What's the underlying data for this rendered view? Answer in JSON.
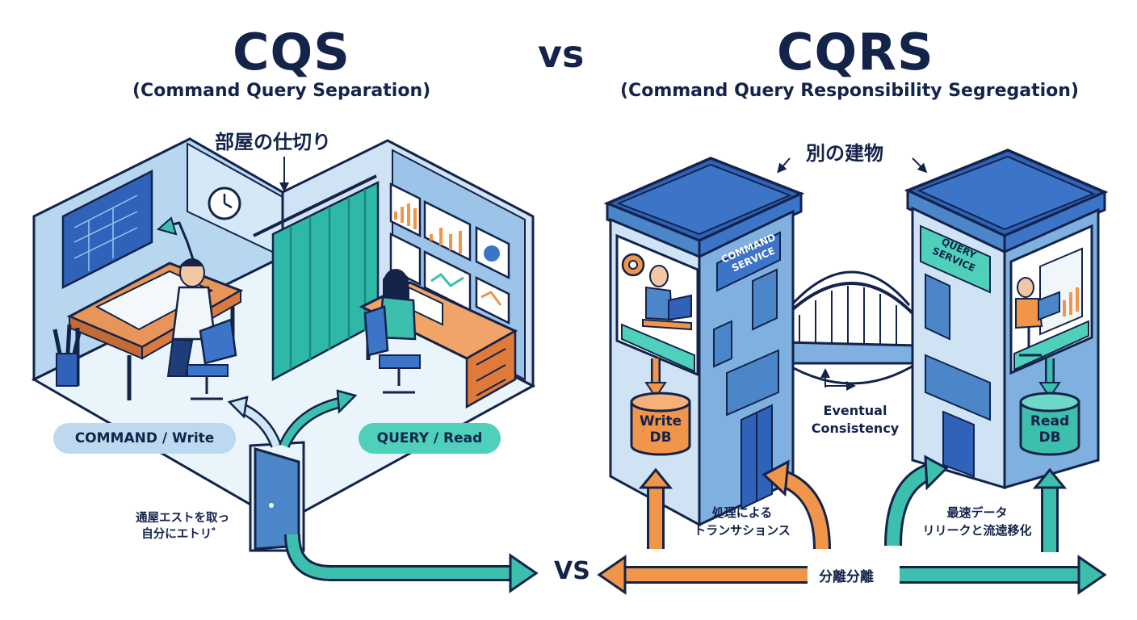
{
  "left": {
    "title": "CQS",
    "subtitle": "(Command Query Separation)",
    "partition_label": "部屋の仕切り",
    "command_pill": "COMMAND / Write",
    "query_pill": "QUERY / Read",
    "door_note_line1": "通屋エストを取っ",
    "door_note_line2": "自分にエトリ゛"
  },
  "top_vs": "vs",
  "right": {
    "title": "CQRS",
    "subtitle": "(Command Query Responsibility Segregation)",
    "buildings_label": "別の建物",
    "command_service_line1": "COMMAND",
    "command_service_line2": "SERVICE",
    "query_service_line1": "QUERY",
    "query_service_line2": "SERVICE",
    "write_db_line1": "Write",
    "write_db_line2": "DB",
    "read_db_line1": "Read",
    "read_db_line2": "DB",
    "eventual_line1": "Eventual",
    "eventual_line2": "Consistency",
    "transaction_line1": "処理による",
    "transaction_line2": "トランサションス",
    "fast_line1": "最速データ",
    "fast_line2": "リリークと流逵移化",
    "separation_label": "分離分離"
  },
  "bottom_vs": "VS",
  "colors": {
    "navy": "#13234a",
    "blue": "#4a86c8",
    "light_blue": "#cfe6f7",
    "teal": "#3dbfae",
    "orange": "#f0954a",
    "pill_command": "#bcd9ef",
    "pill_query": "#4fd0ba"
  }
}
